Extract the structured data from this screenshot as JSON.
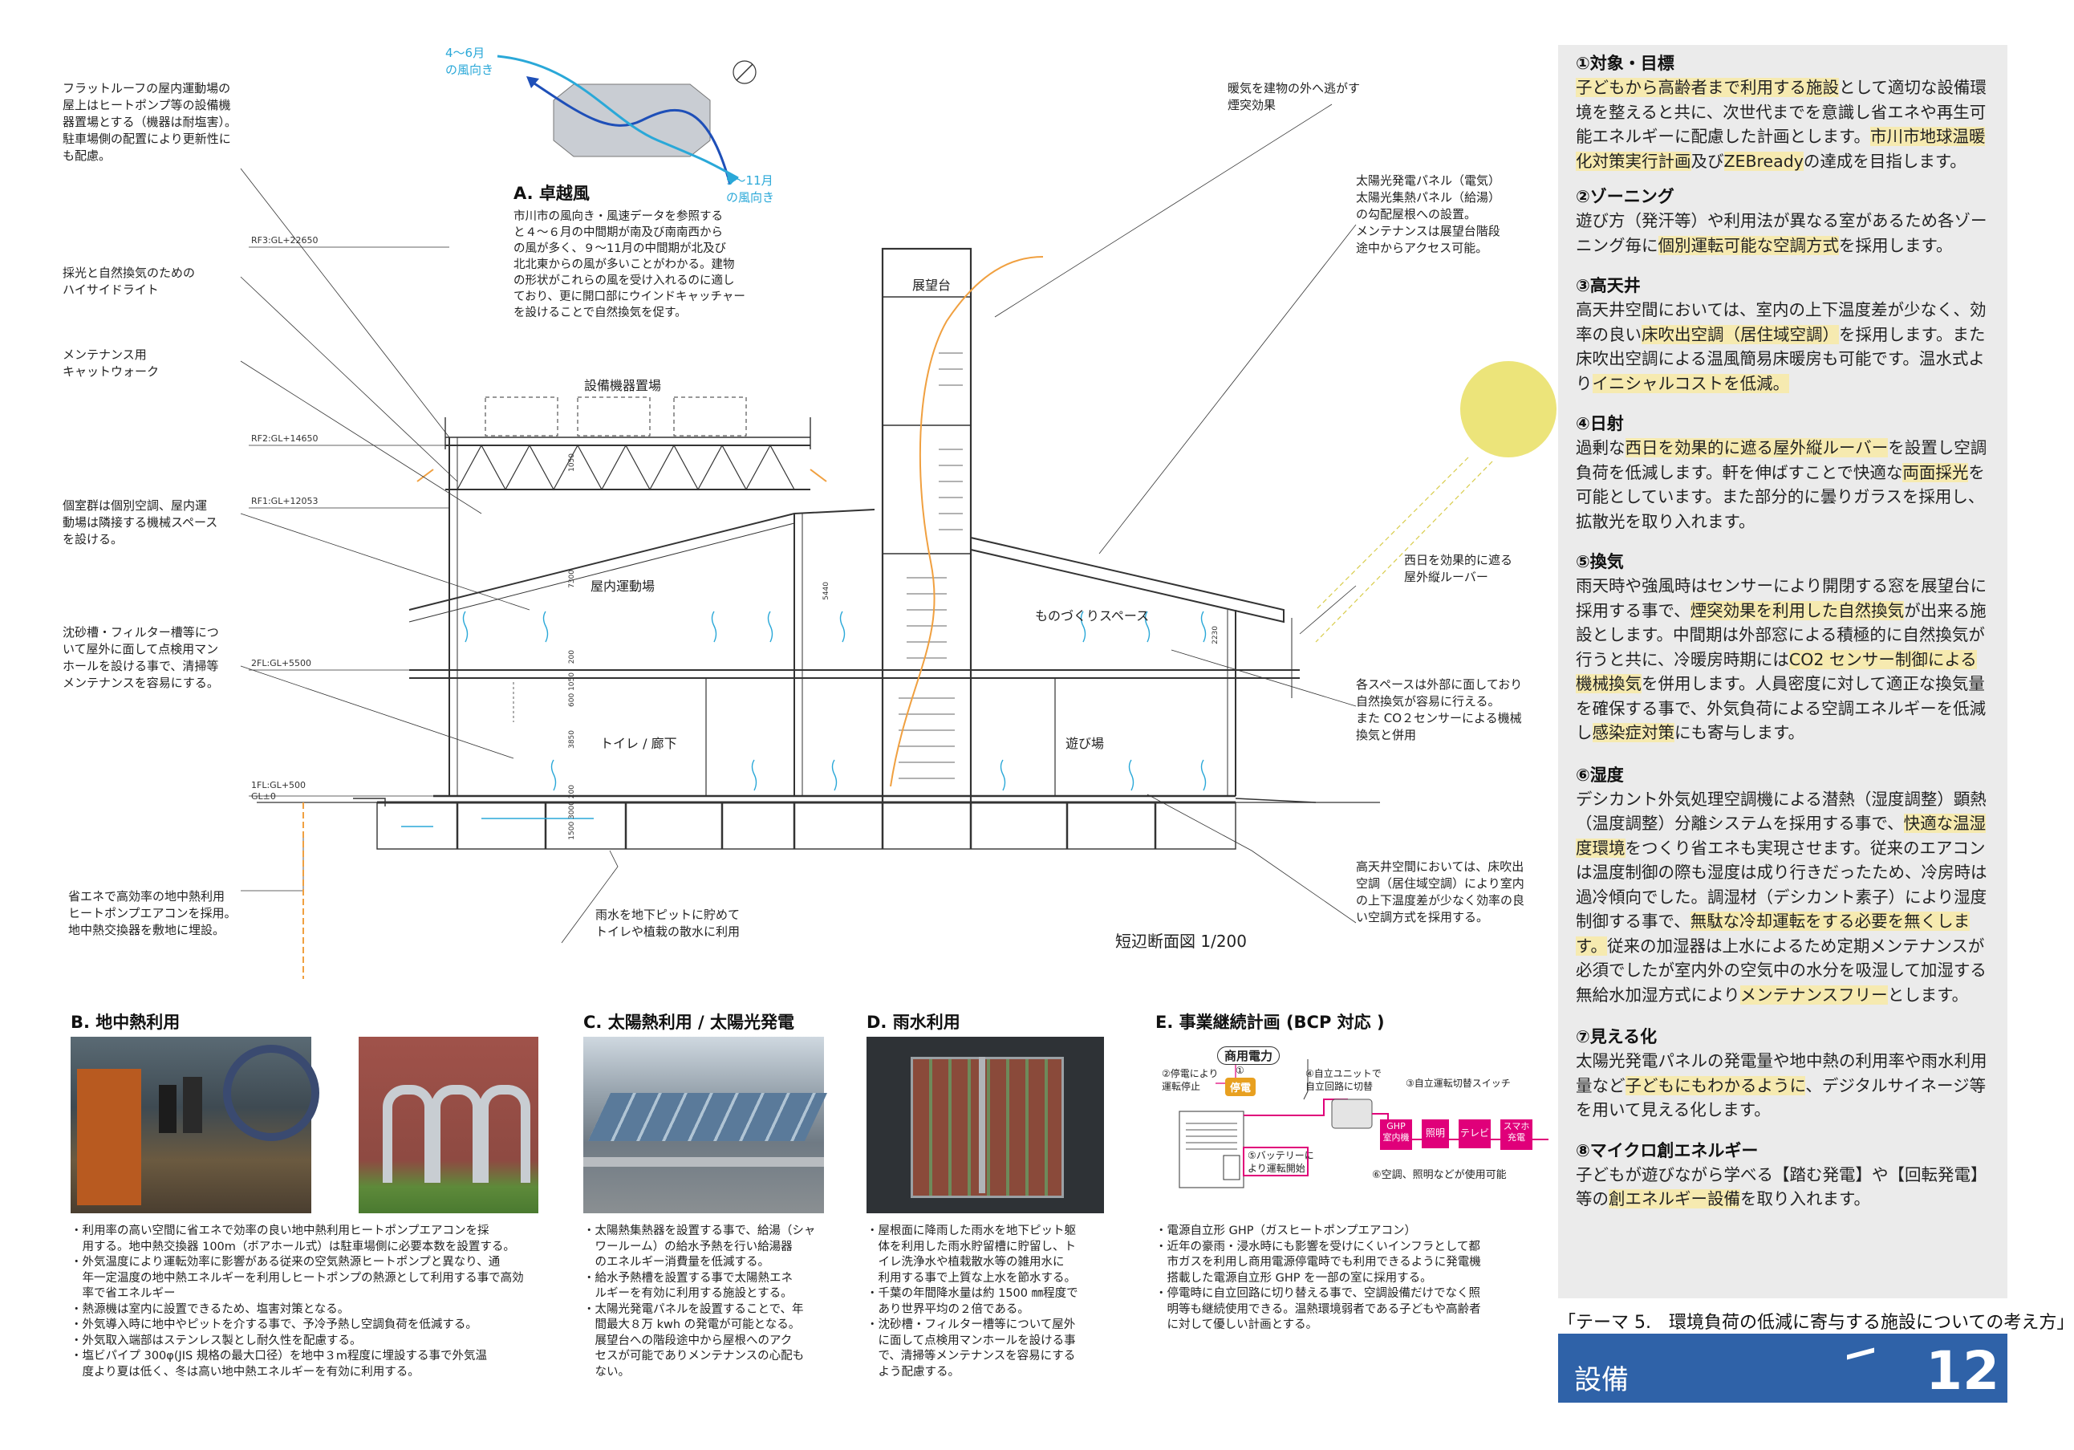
{
  "colors": {
    "accent_blue": "#2f62a8",
    "highlight": "#f6eab0",
    "panel_bg": "#ebebeb",
    "sun": "#ece47a",
    "airflow": "#f0a040",
    "wind": "#2aa8d8",
    "magenta": "#e0007a"
  },
  "wind_diagram": {
    "spring_label": "4～6月\nの風向き",
    "autumn_label": "9～11月\nの風向き",
    "heading": "A. 卓越風",
    "body": "市川市の風向き・風速データを参照する\nと４～６月の中間期が南及び南南西から\nの風が多く、９～11月の中間期が北及び\n北北東からの風が多いことがわかる。建物\nの形状がこれらの風を受け入れるのに適し\nており、更に開口部にウインドキャッチャー\nを設けることで自然換気を促す。"
  },
  "annotations": {
    "roof_equipment": "フラットルーフの屋内運動場の\n屋上はヒートポンプ等の設備機\n器置場とする（機器は耐塩害）。\n駐車場側の配置により更新性に\nも配慮。",
    "highside_light": "採光と自然換気のための\nハイサイドライト",
    "catwalk": "メンテナンス用\nキャットウォーク",
    "machine_space": "個室群は個別空調、屋内運\n動場は隣接する機械スペース\nを設ける。",
    "sand_tank": "沈砂槽・フィルター槽等につ\nいて屋外に面して点検用マン\nホールを設ける事で、清掃等\nメンテナンスを容易にする。",
    "geothermal": "省エネで高効率の地中熱利用\nヒートポンプエアコンを採用。\n地中熱交換器を敷地に埋設。",
    "rainwater": "雨水を地下ピットに貯めて\nトイレや植栽の散水に利用",
    "stack_effect": "暖気を建物の外へ逃がす\n煙突効果",
    "solar_panels": "太陽光発電パネル（電気）\n太陽光集熱パネル（給湯）\nの勾配屋根への設置。\nメンテナンスは展望台階段\n途中からアクセス可能。",
    "west_louver": "西日を効果的に遮る\n屋外縦ルーバー",
    "natural_vent": "各スペースは外部に面しており\n自然換気が容易に行える。\nまた CO２センサーによる機械\n換気と併用",
    "high_ceiling": "高天井空間においては、床吹出\n空調（居住域空調）により室内\nの上下温度差が少なく効率の良\nい空調方式を採用する。",
    "section_title": "短辺断面図 1/200"
  },
  "levels": {
    "rf3": "RF3:GL+22650",
    "rf2": "RF2:GL+14650",
    "rf1": "RF1:GL+12053",
    "fl2": "2FL:GL+5500",
    "fl1": "1FL:GL+500",
    "gl": "GL±0"
  },
  "rooms": {
    "equipment": "設備機器置場",
    "observatory": "展望台",
    "gym": "屋内運動場",
    "craft": "ものづくりスペース",
    "toilet": "トイレ / 廊下",
    "play": "遊び場"
  },
  "dims": {
    "d1": "1050",
    "d2": "7300",
    "d3": "5440",
    "d4": "2230",
    "d5": "200",
    "d6": "600 1050",
    "d7": "3850",
    "d8": "1500 3000 200"
  },
  "sections": {
    "b_heading": "B. 地中熱利用",
    "b_text": "・利用率の高い空間に省エネで効率の良い地中熱利用ヒートポンプエアコンを採\n　用する。地中熱交換器 100m（ボアホール式）は駐車場側に必要本数を設置する。\n・外気温度により運転効率に影響がある従来の空気熱源ヒートポンプと異なり、通\n　年一定温度の地中熱エネルギーを利用しヒートポンプの熱源として利用する事で高効\n　率で省エネルギー\n・熱源機は室内に設置できるため、塩害対策となる。\n・外気導入時に地中やピットを介する事で、予冷予熱し空調負荷を低減する。\n・外気取入端部はステンレス製とし耐久性を配慮する。\n・塩ビパイプ 300φ(JIS 規格の最大口径）を地中３m程度に埋設する事で外気温\n　度より夏は低く、冬は高い地中熱エネルギーを有効に利用する。",
    "c_heading": "C. 太陽熱利用 / 太陽光発電",
    "c_text": "・太陽熱集熱器を設置する事で、給湯（シャ\n　ワールーム）の給水予熱を行い給湯器\n　のエネルギー消費量を低減する。\n・給水予熱槽を設置する事で太陽熱エネ\n　ルギーを有効に利用する施設とする。\n・太陽光発電パネルを設置することで、年\n　間最大８万 kwh の発電が可能となる。\n　展望台への階段途中から屋根へのアク\n　セスが可能でありメンテナンスの心配も\n　ない。",
    "d_heading": "D. 雨水利用",
    "d_text": "・屋根面に降雨した雨水を地下ピット躯\n　体を利用した雨水貯留槽に貯留し、ト\n　イレ洗浄水や植栽散水等の雑用水に\n　利用する事で上質な上水を節水する。\n・千葉の年間降水量は約 1500 ㎜程度で\n　あり世界平均の２倍である。\n・沈砂槽・フィルター槽等について屋外\n　に面して点検用マンホールを設ける事\n　で、清掃等メンテナンスを容易にする\n　よう配慮する。",
    "e_heading": "E. 事業継続計画 (BCP 対応 )",
    "e_text": "・電源自立形 GHP（ガスヒートポンプエアコン）\n・近年の豪雨・浸水時にも影響を受けにくいインフラとして都\n　市ガスを利用し商用電源停電時でも利用できるように発電機\n　搭載した電源自立形 GHP を一部の室に採用する。\n・停電時に自立回路に切り替える事で、空調設備だけでなく照\n　明等も継続使用できる。温熱環境弱者である子どもや高齢者\n　に対して優しい計画とする。"
  },
  "bcp_diagram": {
    "commercial": "商用電力",
    "outage_num": "①",
    "outage_badge": "停電",
    "step2": "②停電により\n運転停止",
    "step4": "④自立ユニットで\n自立回路に切替",
    "step3": "③自立運転切替スイッチ",
    "step5": "⑤バッテリーに\nより運転開始",
    "step6": "⑥空調、照明などが使用可能",
    "box_ghp": "GHP\n室内機",
    "box_light": "照明",
    "box_tv": "テレビ",
    "box_phone": "スマホ\n充電"
  },
  "right_panel": [
    {
      "heading": "①対象・目標",
      "segments": [
        {
          "t": "子どもから高齢者まで利用する施設",
          "h": true
        },
        {
          "t": "として適切な設備環境を整えると共に、次世代まで",
          "h": false
        },
        {
          "t": "を意識し省エネや再生可能エネルギーに配慮した計画とします。",
          "h": false
        },
        {
          "t": "市川市地球温暖化対策実行計画",
          "h": true
        },
        {
          "t": "及び",
          "h": false
        },
        {
          "t": "ZEBready",
          "h": true
        },
        {
          "t": "の達成を目指します。",
          "h": false
        }
      ]
    },
    {
      "heading": "②ゾーニング",
      "segments": [
        {
          "t": "遊び方（発汗等）や利用法が異なる室があるため各ゾーニング毎に",
          "h": false
        },
        {
          "t": "個別運転可能な空調方式",
          "h": true
        },
        {
          "t": "を採用します。",
          "h": false
        }
      ]
    },
    {
      "heading": "③高天井",
      "segments": [
        {
          "t": "高天井空間においては、室内の上下温度差が少なく、効率の良い",
          "h": false
        },
        {
          "t": "床吹出空調（居住域空調）",
          "h": true
        },
        {
          "t": "を採用します。また床吹出空調による温風簡易床暖房も可能です。温水式より",
          "h": false
        },
        {
          "t": "イニシャルコストを低減。",
          "h": true
        }
      ]
    },
    {
      "heading": "④日射",
      "segments": [
        {
          "t": "過剰な",
          "h": false
        },
        {
          "t": "西日を効果的に遮る屋外縦ルーバー",
          "h": true
        },
        {
          "t": "を設置し空調負荷を低減します。軒を伸ばすことで快適な",
          "h": false
        },
        {
          "t": "両面採光",
          "h": true
        },
        {
          "t": "を可能としています。また部分的に曇りガラスを採用し、拡散光を取り入れます。",
          "h": false
        }
      ]
    },
    {
      "heading": "⑤換気",
      "segments": [
        {
          "t": "雨天時や強風時はセンサーにより開閉する窓を展望台に採用する事で、",
          "h": false
        },
        {
          "t": "煙突効果を利用した自然換気",
          "h": true
        },
        {
          "t": "が出来る施設とします。中間期は外部窓による積極的に自然換気が行うと共に、冷暖房時期には",
          "h": false
        },
        {
          "t": "CO2 センサー制御による機械換気",
          "h": true
        },
        {
          "t": "を併用します。人員密度に対して適正な換気量を確保する事で、外気負荷による空調エネルギーを低減し",
          "h": false
        },
        {
          "t": "感染症対策",
          "h": true
        },
        {
          "t": "にも寄与します。",
          "h": false
        }
      ]
    },
    {
      "heading": "⑥湿度",
      "segments": [
        {
          "t": "デシカント外気処理空調機による潜熱（湿度調整）顕熱（温度調整）分離システムを採用する事で、",
          "h": false
        },
        {
          "t": "快適な温湿度環境",
          "h": true
        },
        {
          "t": "をつくり省エネも実現させます。従来のエアコンは温度制御の際も湿度は成り行きだったため、冷房時は過冷傾向でした。調湿材（デシカント素子）により湿度制御する事で、",
          "h": false
        },
        {
          "t": "無駄な冷却運転をする必要を無くします。",
          "h": true
        },
        {
          "t": "従来の加湿器は上水によるため定期メンテナンスが必須でしたが室内外の空気中の水分を吸湿して加湿する無給水加湿方式により",
          "h": false
        },
        {
          "t": "メンテナンスフリー",
          "h": true
        },
        {
          "t": "とします。",
          "h": false
        }
      ]
    },
    {
      "heading": "⑦見える化",
      "segments": [
        {
          "t": "太陽光発電パネルの発電量や地中熱の利用率や雨水利用量など",
          "h": false
        },
        {
          "t": "子どもにもわかるように",
          "h": true
        },
        {
          "t": "、デジタルサイネージ等を用いて見える化します。",
          "h": false
        }
      ]
    },
    {
      "heading": "⑧マイクロ創エネルギー",
      "segments": [
        {
          "t": "子どもが遊びながら学べる【踏む発電】や【回転発電】等の",
          "h": false
        },
        {
          "t": "創エネルギー設備",
          "h": true
        },
        {
          "t": "を取り入れます。",
          "h": false
        }
      ]
    }
  ],
  "caption": "「テーマ 5.　環境負荷の低減に寄与する施設についての考え方」",
  "footer": {
    "title": "設備",
    "number": "12"
  }
}
